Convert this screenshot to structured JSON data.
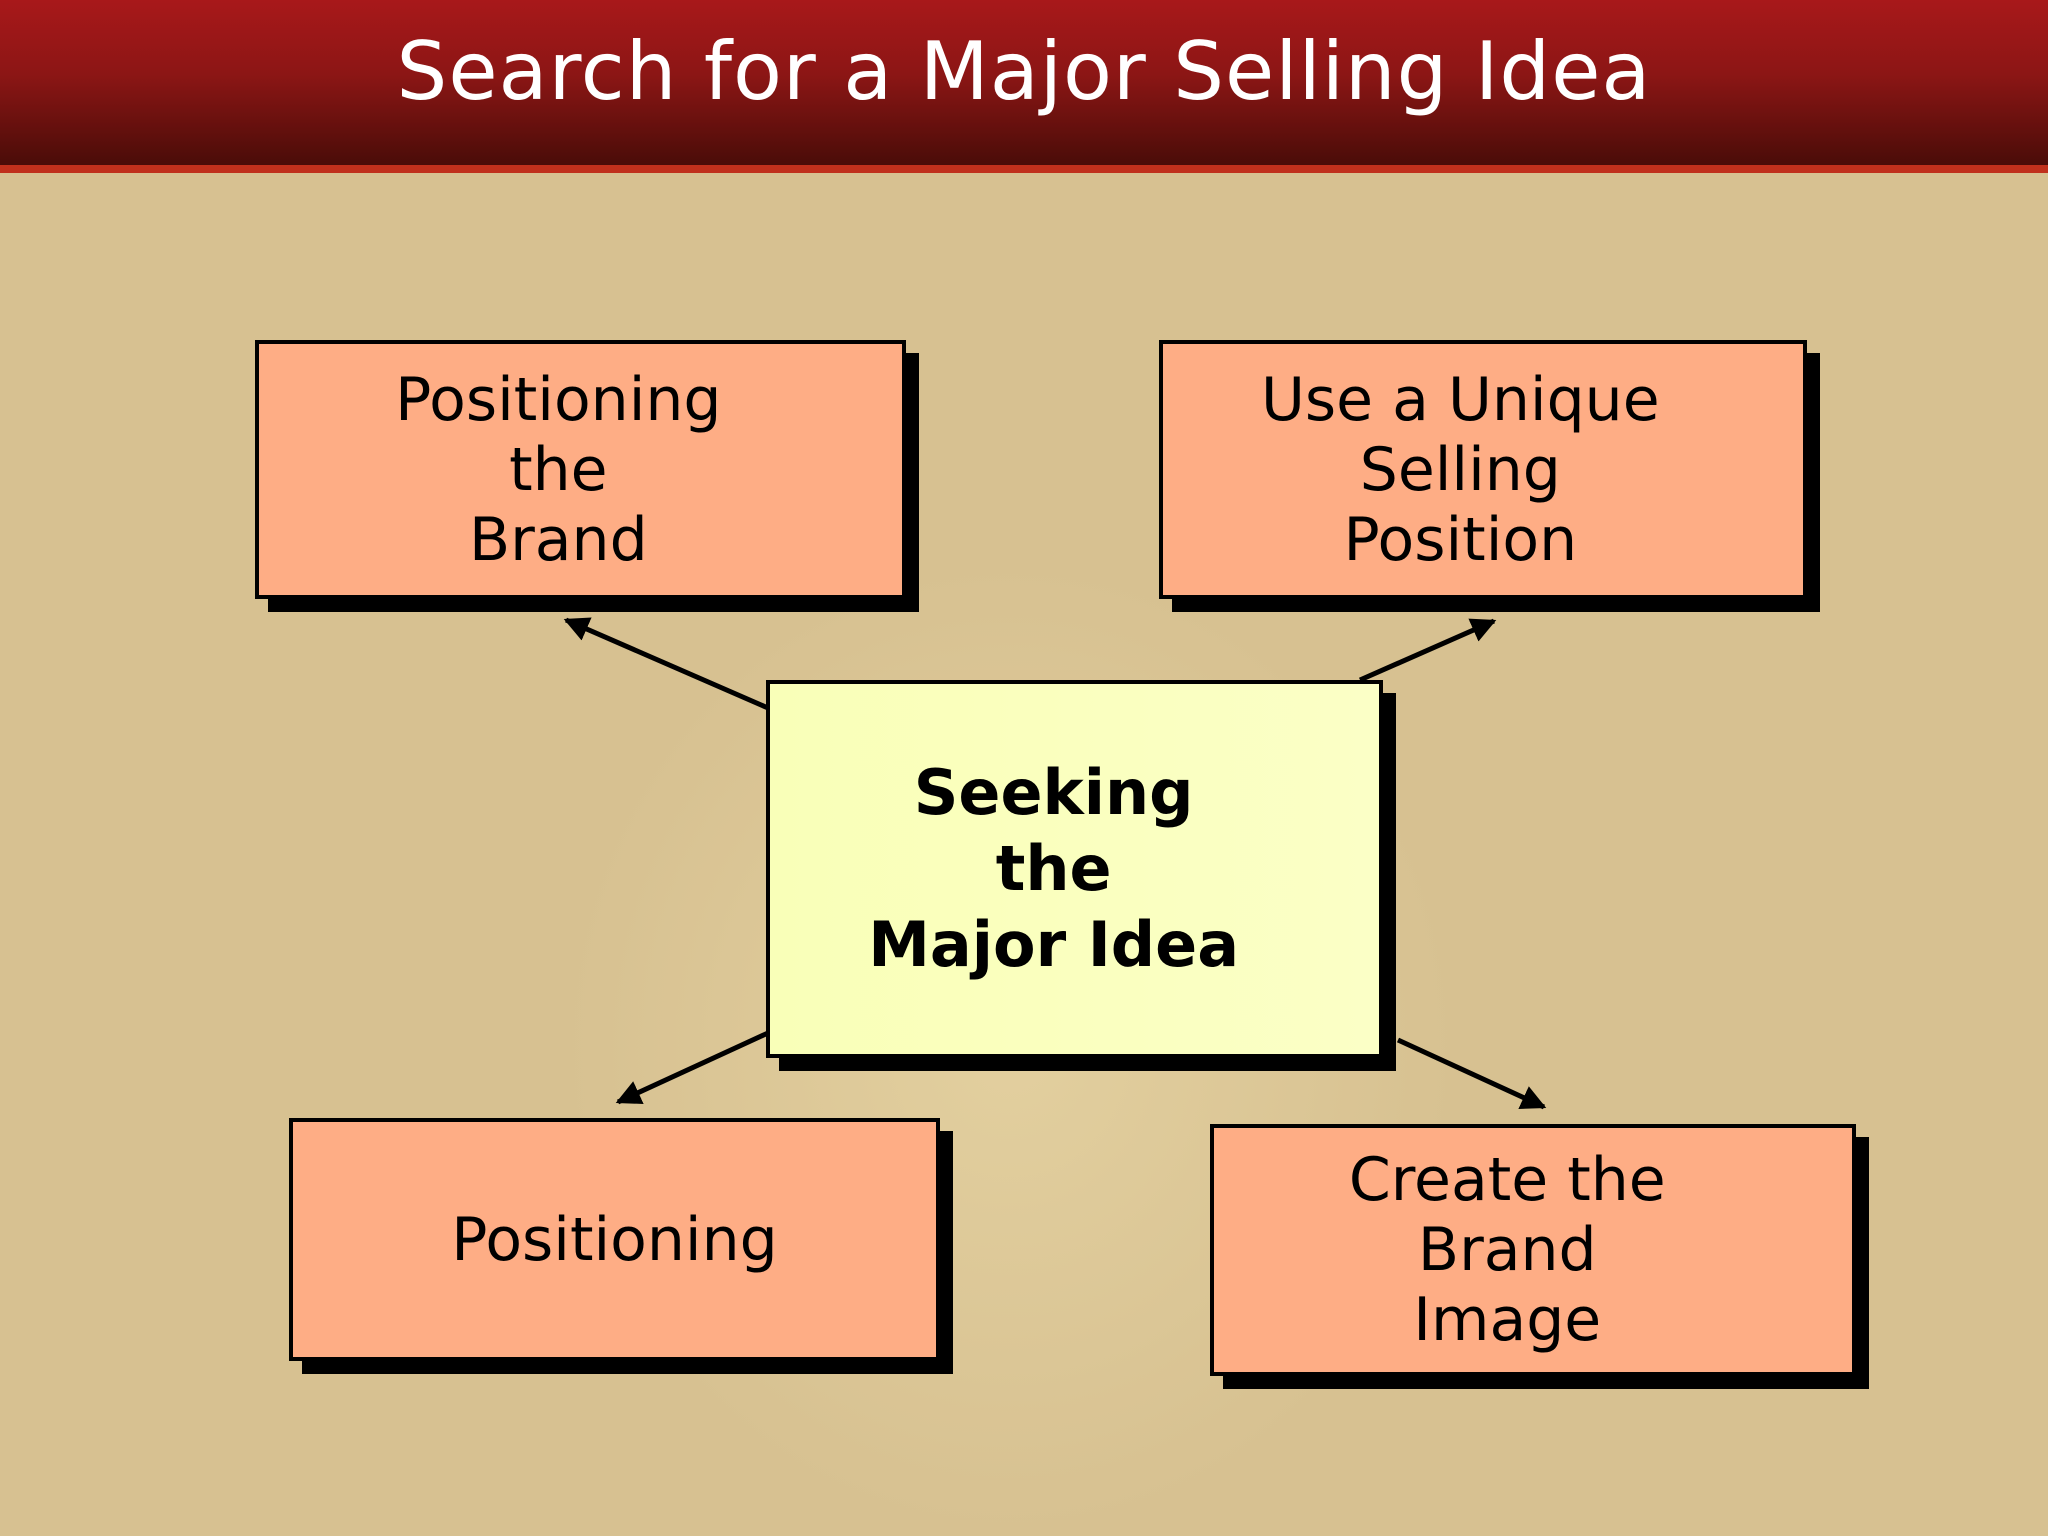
{
  "slide": {
    "title": "Search for a Major Selling Idea"
  },
  "diagram": {
    "center": {
      "label_line1": "Seeking the",
      "label_line2": "Major Idea"
    },
    "nodes": {
      "positioning_brand": {
        "label_line1": "Positioning the",
        "label_line2": "Brand"
      },
      "unique_selling_position": {
        "label_line1": "Use a Unique",
        "label_line2": "Selling Position"
      },
      "positioning": {
        "label": "Positioning"
      },
      "brand_image": {
        "label_line1": "Create the Brand",
        "label_line2": "Image"
      }
    }
  },
  "colors": {
    "background": "#d7c191",
    "header": "#8c1615",
    "outer_box": "#fead85",
    "center_box": "#f9ffb8"
  }
}
